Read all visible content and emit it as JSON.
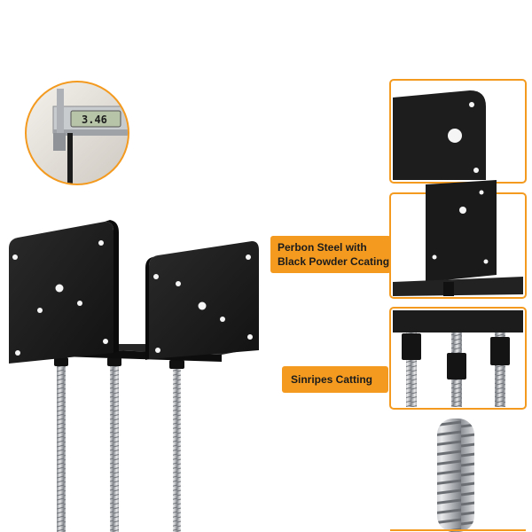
{
  "callouts": {
    "material": {
      "line1": "Perbon Steel with",
      "line2": "Black Powder Ccating"
    },
    "coating": {
      "label": "Sinripes Catting"
    }
  },
  "caliper": {
    "reading": "3.46"
  },
  "colors": {
    "accent": "#f39a1f",
    "metal": "#1c1c1c",
    "rod": "#b9bcc0"
  }
}
